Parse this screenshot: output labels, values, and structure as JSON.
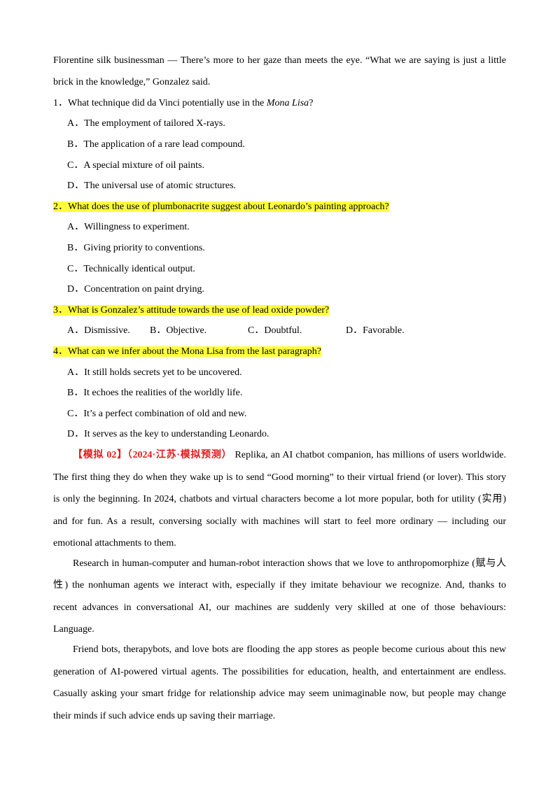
{
  "passage_end": {
    "line1": "Florentine silk businessman — There’s more to her gaze than meets the eye. “What we are saying is just a little",
    "line2": "brick in the knowledge,” Gonzalez said."
  },
  "questions": [
    {
      "stem_pre": "1．What technique did da Vinci potentially use in the ",
      "stem_italic": "Mona Lisa",
      "stem_post": "?",
      "options": [
        "A．The employment of tailored X-rays.",
        "B．The application of a rare lead compound.",
        "C．A special mixture of oil paints.",
        "D．The universal use of atomic structures."
      ]
    },
    {
      "stem": "2．What does the use of plumbonacrite suggest about Leonardo’s painting approach?",
      "options": [
        "A．Willingness to experiment.",
        "B．Giving priority to conventions.",
        "C．Technically identical output.",
        "D．Concentration on paint drying."
      ]
    },
    {
      "stem": "3．What is Gonzalez’s attitude towards the use of lead oxide powder?",
      "options": [
        "A．Dismissive.",
        "B．Objective.",
        "C．Doubtful.",
        "D．Favorable."
      ]
    },
    {
      "stem": "4．What can we infer about the Mona Lisa from the last paragraph?",
      "options": [
        "A．It still holds secrets yet to be uncovered.",
        "B．It echoes the realities of the worldly life.",
        "C．It’s a perfect combination of old and new.",
        "D．It serves as the key to understanding Leonardo."
      ]
    }
  ],
  "passage2": {
    "tag1": "【模拟 02】",
    "tag2": "（2024·江苏·模拟预测）",
    "p1": [
      "Replika, an AI chatbot companion, has millions of users worldwide.",
      "The first thing they do when they wake up is to send “Good morning” to their virtual friend (or lover). This story",
      "is only the beginning. In 2024, chatbots and virtual characters become a lot more popular, both for utility (实用)",
      "and for fun. As a result, conversing socially with machines will start to feel more ordinary — including our",
      "emotional attachments to them."
    ],
    "p2": [
      "Research in human-computer and human-robot interaction shows that we love to anthropomorphize (赋与人",
      "性) the nonhuman agents we interact with, especially if they imitate behaviour we recognize. And, thanks to",
      "recent advances in conversational AI, our machines are suddenly very skilled at one of those behaviours:",
      "Language."
    ],
    "p3": [
      "Friend bots, therapybots, and love bots are flooding the app stores as people become curious about this new",
      "generation of AI-powered virtual agents. The possibilities for education, health, and entertainment are endless.",
      "Casually asking your smart fridge for relationship advice may seem unimaginable now, but people may change",
      "their minds if such advice ends up saving their marriage."
    ]
  },
  "colors": {
    "highlight": "#ffff3d",
    "tag_red": "#e31b1b"
  }
}
